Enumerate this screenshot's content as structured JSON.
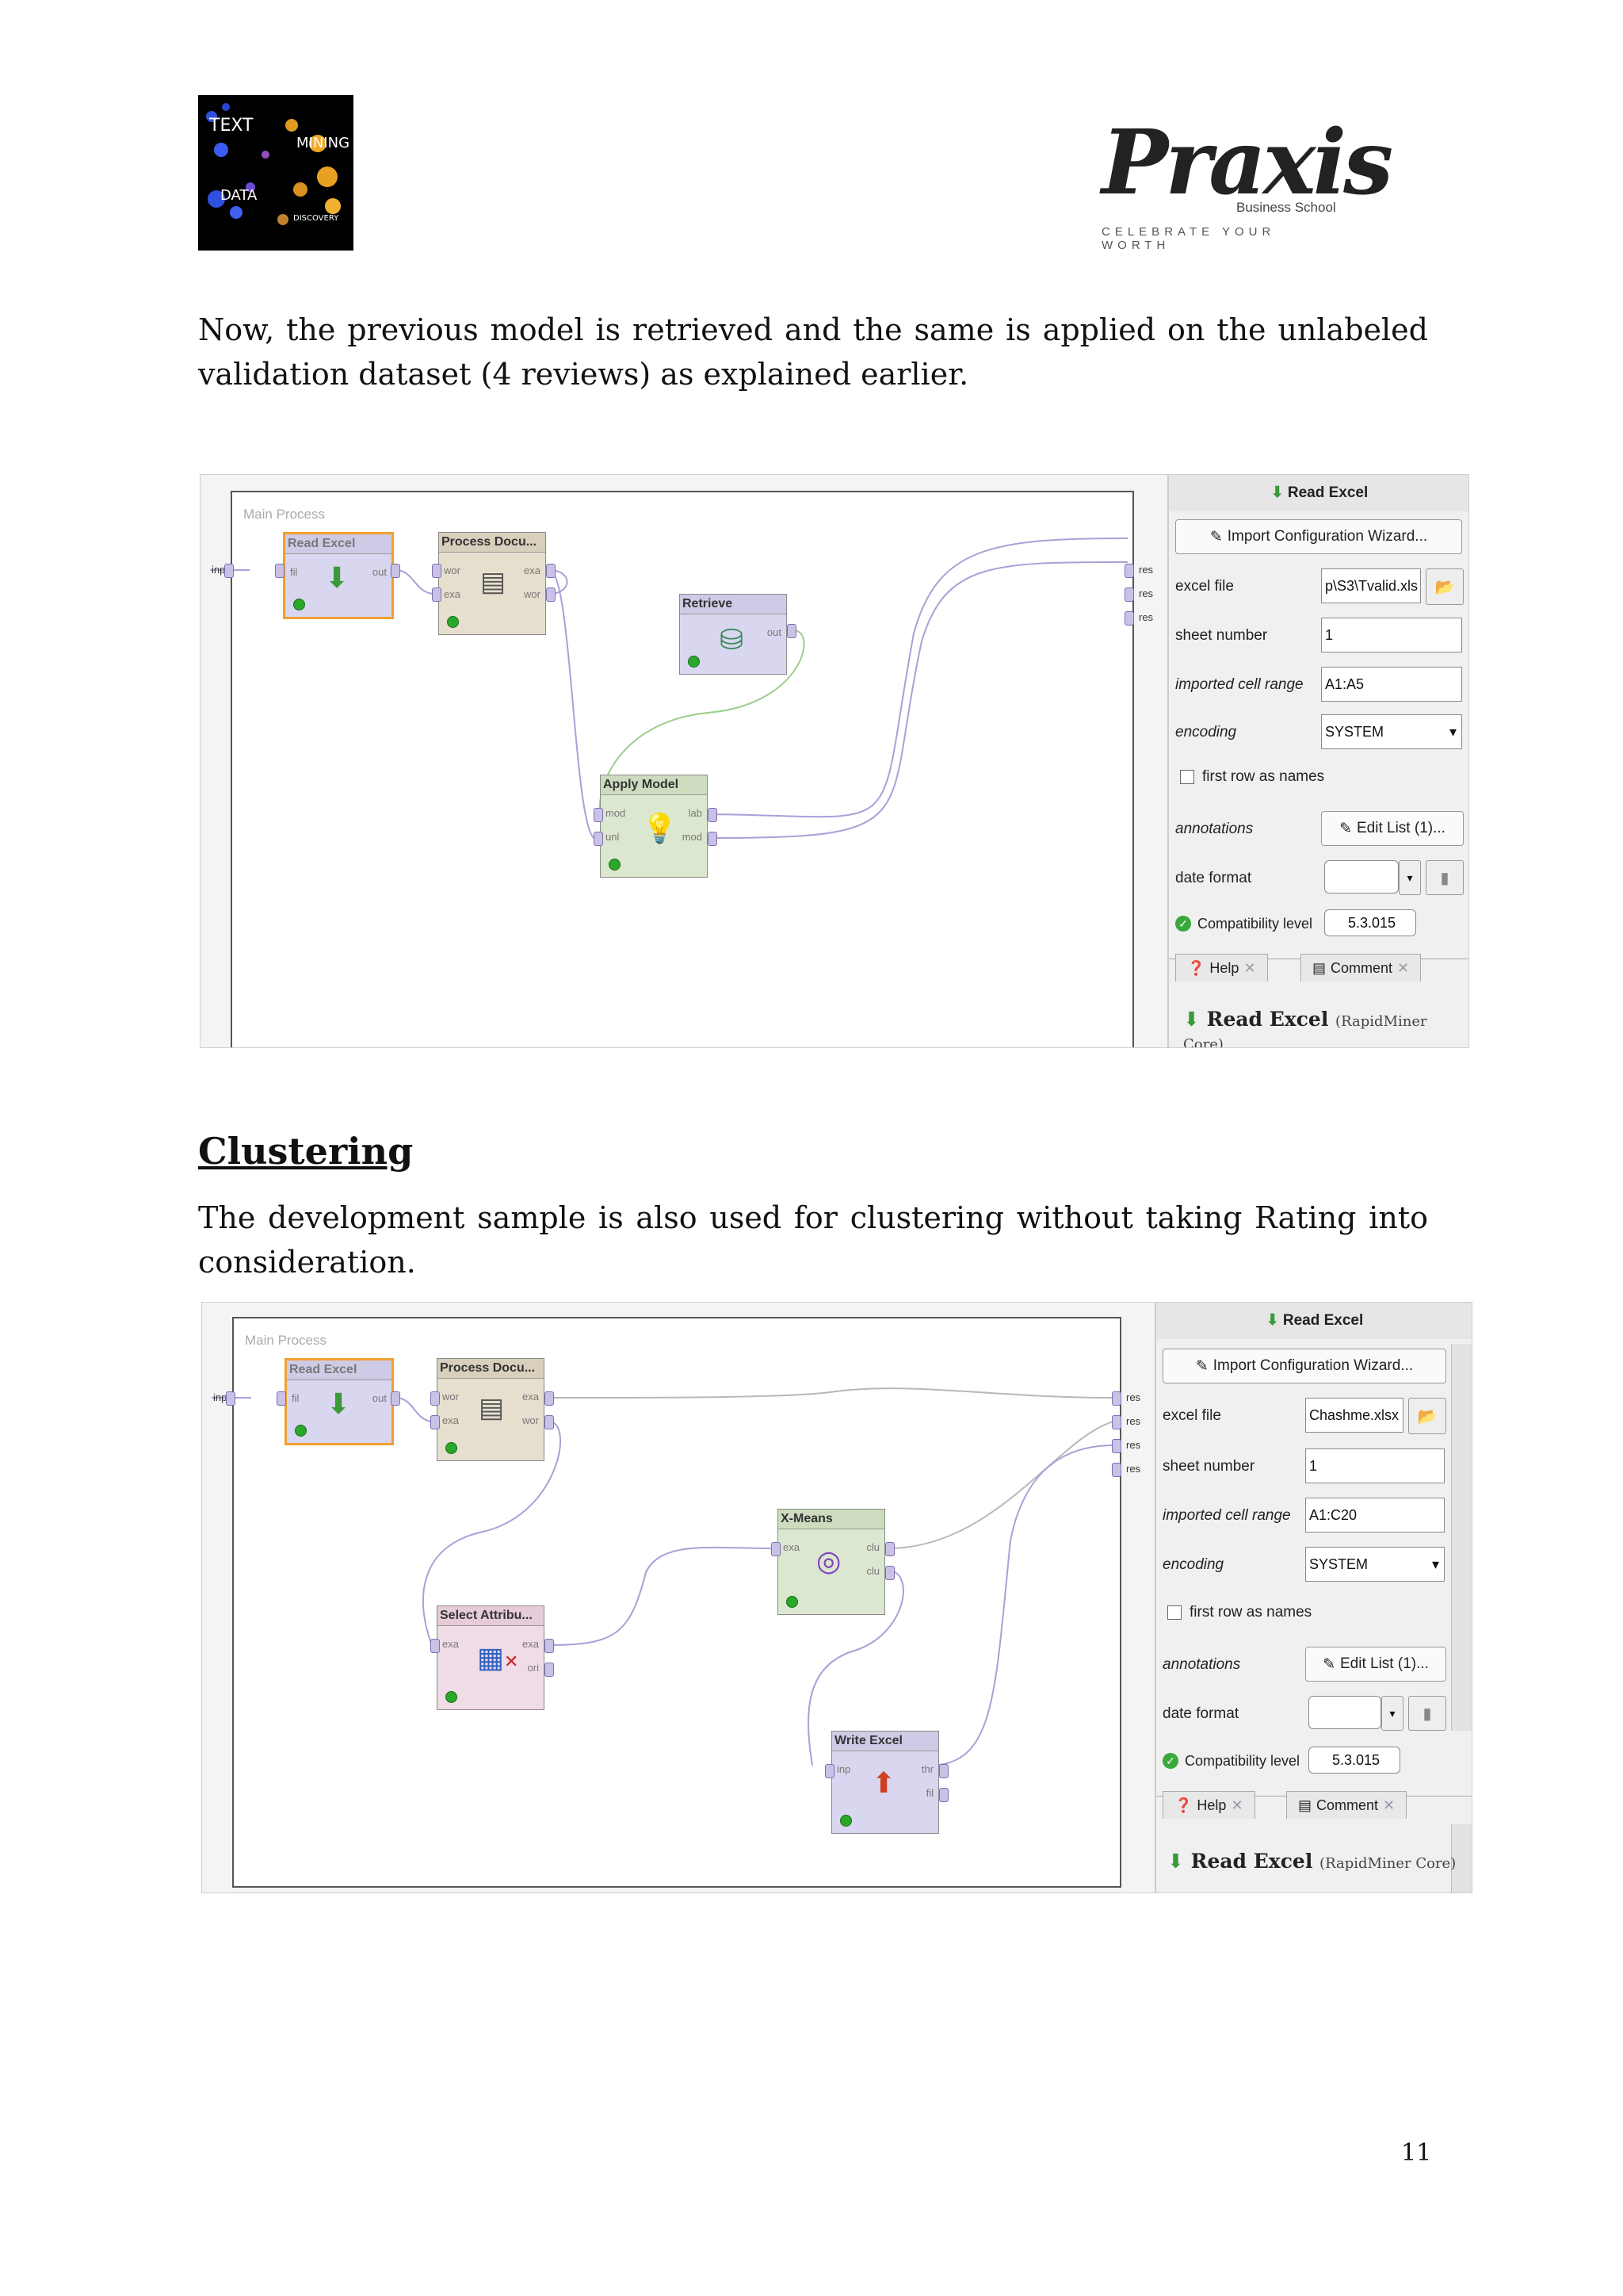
{
  "header": {
    "left_logo_words": [
      "TEXT",
      "MINING",
      "DATA",
      "DISCOVERY"
    ],
    "right_logo": {
      "name": "Praxis",
      "sub": "Business School",
      "tagline": "CELEBRATE YOUR WORTH"
    }
  },
  "para1": "Now, the previous model is retrieved and the same is applied on the unlabeled validation dataset (4 reviews) as explained earlier.",
  "heading": "Clustering",
  "para2": "The development sample is also used for clustering without taking Rating into consideration.",
  "shot1": {
    "canvas_label": "Main Process",
    "inp": "inp",
    "res": [
      "res",
      "res",
      "res"
    ],
    "operators": {
      "read_excel": {
        "title": "Read Excel",
        "ports_in": [
          "fil"
        ],
        "ports_out": [
          "out"
        ]
      },
      "process_docs": {
        "title": "Process Docu...",
        "ports_in": [
          "wor",
          "exa"
        ],
        "ports_out": [
          "exa",
          "wor"
        ]
      },
      "retrieve": {
        "title": "Retrieve",
        "ports_out": [
          "out"
        ]
      },
      "apply_model": {
        "title": "Apply Model",
        "ports_in": [
          "mod",
          "unl"
        ],
        "ports_out": [
          "lab",
          "mod"
        ]
      }
    },
    "panel": {
      "title": "Read Excel",
      "wizard": "Import Configuration Wizard...",
      "excel_file_label": "excel file",
      "excel_file": "p\\S3\\Tvalid.xls",
      "sheet_number_label": "sheet number",
      "sheet_number": "1",
      "cell_range_label": "imported cell range",
      "cell_range": "A1:A5",
      "encoding_label": "encoding",
      "encoding": "SYSTEM",
      "first_row_label": "first row as names",
      "annotations_label": "annotations",
      "annotations_btn": "Edit List (1)...",
      "date_format_label": "date format",
      "compat_label": "Compatibility level",
      "compat_value": "5.3.015",
      "tab_help": "Help",
      "tab_comment": "Comment",
      "footer_op": "Read Excel",
      "footer_sub": "(RapidMiner Core)"
    }
  },
  "shot2": {
    "canvas_label": "Main Process",
    "inp": "inp",
    "res": [
      "res",
      "res",
      "res",
      "res"
    ],
    "operators": {
      "read_excel": {
        "title": "Read Excel",
        "ports_in": [
          "fil"
        ],
        "ports_out": [
          "out"
        ]
      },
      "process_docs": {
        "title": "Process Docu...",
        "ports_in": [
          "wor",
          "exa"
        ],
        "ports_out": [
          "exa",
          "wor"
        ]
      },
      "select_attr": {
        "title": "Select Attribu...",
        "ports_in": [
          "exa"
        ],
        "ports_out": [
          "exa",
          "ori"
        ]
      },
      "xmeans": {
        "title": "X-Means",
        "ports_in": [
          "exa"
        ],
        "ports_out": [
          "clu",
          "clu"
        ]
      },
      "write_excel": {
        "title": "Write Excel",
        "ports_in": [
          "inp"
        ],
        "ports_out": [
          "thr",
          "fil"
        ]
      }
    },
    "panel": {
      "title": "Read Excel",
      "wizard": "Import Configuration Wizard...",
      "excel_file_label": "excel file",
      "excel_file": "Chashme.xlsx",
      "sheet_number_label": "sheet number",
      "sheet_number": "1",
      "cell_range_label": "imported cell range",
      "cell_range": "A1:C20",
      "encoding_label": "encoding",
      "encoding": "SYSTEM",
      "first_row_label": "first row as names",
      "annotations_label": "annotations",
      "annotations_btn": "Edit List (1)...",
      "date_format_label": "date format",
      "compat_label": "Compatibility level",
      "compat_value": "5.3.015",
      "tab_help": "Help",
      "tab_comment": "Comment",
      "footer_op": "Read Excel",
      "footer_sub": "(RapidMiner Core)"
    }
  },
  "page_number": "11"
}
